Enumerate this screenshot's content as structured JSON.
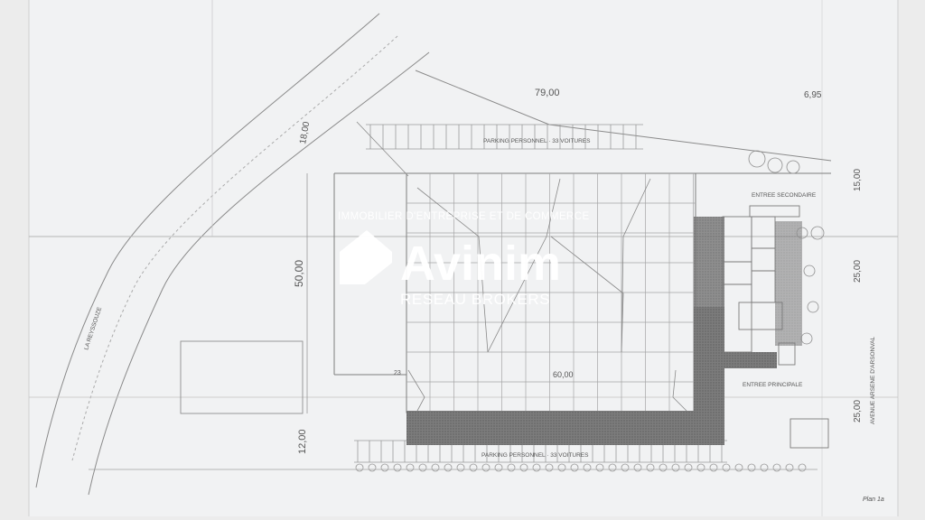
{
  "plan": {
    "dim_top": "79,00",
    "dim_top_right": "6,95",
    "dim_diag": "18,00",
    "dim_left_big": "50,00",
    "dim_left_small": "12,00",
    "dim_right_1": "15,00",
    "dim_right_2": "25,00",
    "dim_right_3": "25,00",
    "dim_inner": "60,00",
    "parking_top": "PARKING   PERSONNEL · 33   VOITURES",
    "parking_bottom": "PARKING   PERSONNEL · 33   VOITURES",
    "entree_secondaire": "ENTREE SECONDAIRE",
    "entree_principale": "ENTREE PRINCIPALE",
    "road_name": "LA   REYSSOUZE",
    "avenue_name": "AVENUE   ARSENE   D'ARSONVAL",
    "small_mark": "23",
    "stamp": "Plan 1a"
  },
  "watermark": {
    "tagline": "IMMOBILIER D'ENTREPRISE ET DE COMMERCE",
    "brand": "Avinim",
    "subtitle": "RESEAU BROKERS"
  },
  "colors": {
    "paper": "#ececec",
    "line": "#7a7a7a",
    "shade": "#6e6e6e",
    "watermark": "#ffffff"
  }
}
